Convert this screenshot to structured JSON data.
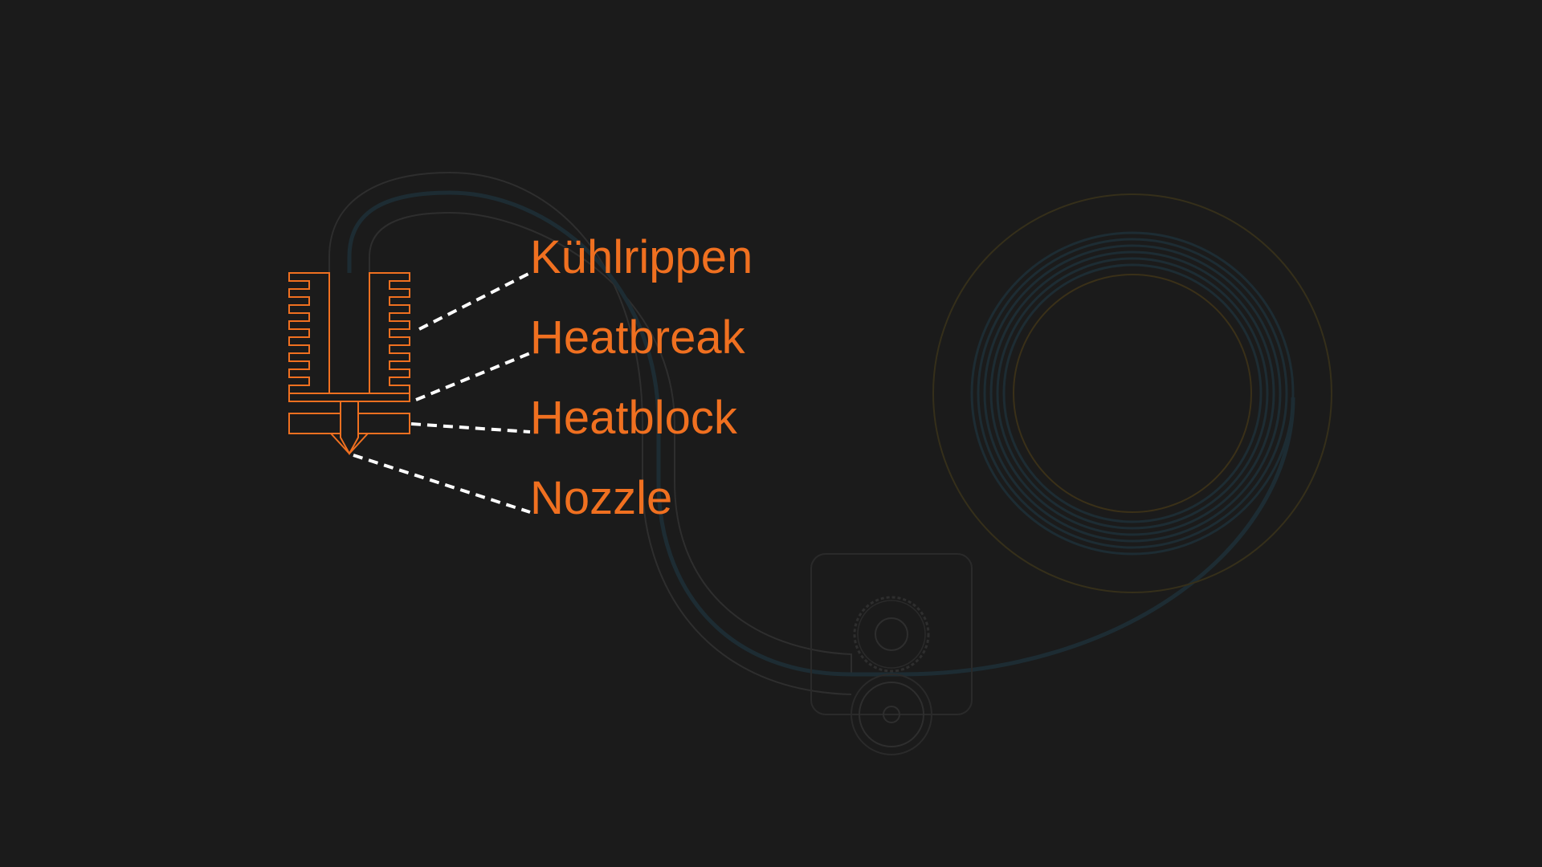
{
  "colors": {
    "background": "#1b1b1b",
    "accent": "#f07020",
    "leader_line": "#ffffff",
    "faint_outline": "#2e2e2e",
    "filament": "#1c2a30",
    "spool_ring": "#3a3218"
  },
  "hotend": {
    "labels": [
      {
        "id": "kuehlrippen",
        "text": "Kühlrippen"
      },
      {
        "id": "heatbreak",
        "text": "Heatbreak"
      },
      {
        "id": "heatblock",
        "text": "Heatblock"
      },
      {
        "id": "nozzle",
        "text": "Nozzle"
      }
    ]
  },
  "background_parts": {
    "spool": "filament-spool",
    "extruder": "extruder-gear-drive",
    "tube": "bowden-tube"
  }
}
